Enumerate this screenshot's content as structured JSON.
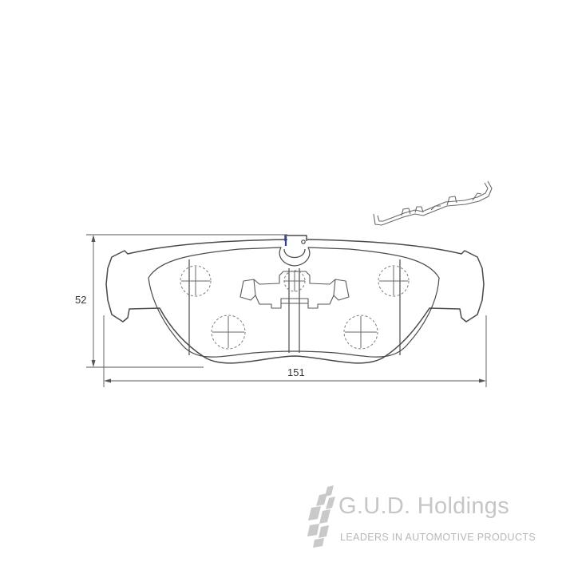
{
  "dimensions": {
    "height_label": "52",
    "width_label": "151"
  },
  "colors": {
    "outline": "#4a4a4a",
    "dashed": "#7a7a7a",
    "dimension": "#555555",
    "sensor_mark": "#2a3fb5",
    "logo": "#c6c6c6"
  },
  "brand": {
    "name": "G.U.D. Holdings",
    "tagline": "LEADERS IN AUTOMOTIVE PRODUCTS"
  }
}
